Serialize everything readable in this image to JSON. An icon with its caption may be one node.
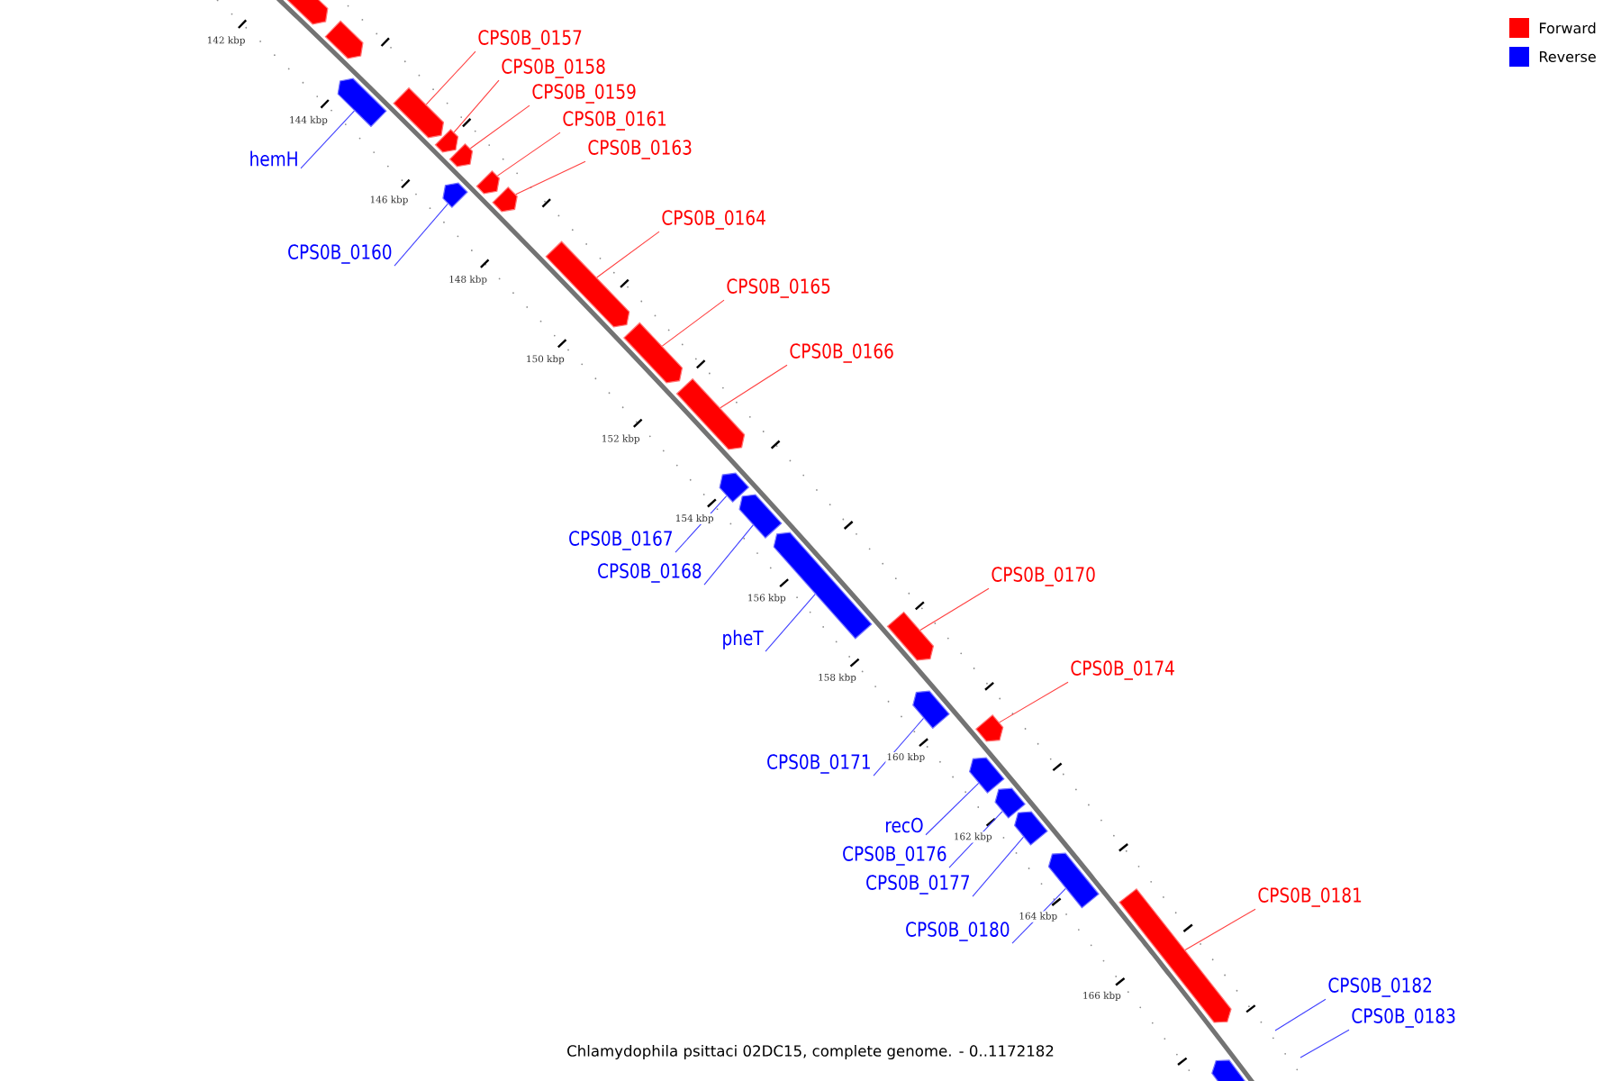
{
  "diagram": {
    "caption": "Chlamydophila psittaci 02DC15, complete genome. - 0..1172182",
    "nodes": [
      {
        "text": [],
        "shape": "arrow"
      },
      {
        "text": [],
        "shape": "arrow"
      },
      {
        "text": [],
        "shape": "arrow"
      },
      {
        "text": [],
        "shape": "arrow"
      },
      {
        "text": [],
        "shape": "arrow"
      },
      {
        "text": [],
        "shape": "arrow"
      },
      {
        "text": [],
        "shape": "arrow"
      },
      {
        "text": [],
        "shape": "arrow"
      },
      {
        "text": [],
        "shape": "arrow"
      },
      {
        "text": [],
        "shape": "arrow"
      },
      {
        "text": [],
        "shape": "arrow"
      },
      {
        "text": [],
        "shape": "arrow"
      },
      {
        "text": [],
        "shape": "arrow"
      },
      {
        "text": [],
        "shape": "arrow"
      },
      {
        "text": [],
        "shape": "arrow"
      },
      {
        "text": [],
        "shape": "arrow"
      },
      {
        "text": [],
        "shape": "arrow"
      },
      {
        "text": [],
        "shape": "arrow"
      },
      {
        "text": [],
        "shape": "arrow"
      },
      {
        "text": [],
        "shape": "arrow"
      },
      {
        "text": [],
        "shape": "arrow"
      },
      {
        "text": [],
        "shape": "arrow"
      },
      {
        "text": [],
        "shape": "arrow"
      },
      {
        "text": [],
        "shape": "arrow"
      },
      {
        "text": [
          "CPS0B_0157"
        ]
      },
      {
        "text": [
          "CPS0B_0158"
        ]
      },
      {
        "text": [
          "CPS0B_0159"
        ]
      },
      {
        "text": [
          "CPS0B_0161"
        ]
      },
      {
        "text": [
          "CPS0B_0163"
        ]
      },
      {
        "text": [
          "hemH"
        ]
      },
      {
        "text": [
          "CPS0B_0164"
        ]
      },
      {
        "text": [
          "CPS0B_0160"
        ]
      },
      {
        "text": [
          "CPS0B_0165"
        ]
      },
      {
        "text": [
          "CPS0B_0166"
        ]
      },
      {
        "text": [
          "CPS0B_0167"
        ]
      },
      {
        "text": [
          "CPS0B_0168"
        ]
      },
      {
        "text": [
          "CPS0B_0170"
        ]
      },
      {
        "text": [
          "pheT"
        ]
      },
      {
        "text": [
          "CPS0B_0174"
        ]
      },
      {
        "text": [
          "CPS0B_0171"
        ]
      },
      {
        "text": [
          "recO"
        ]
      },
      {
        "text": [
          "CPS0B_0176"
        ]
      },
      {
        "text": [
          "CPS0B_0177"
        ]
      },
      {
        "text": [
          "CPS0B_0181"
        ]
      },
      {
        "text": [
          "CPS0B_0180"
        ]
      },
      {
        "text": [
          "CPS0B_0182"
        ]
      },
      {
        "text": [
          "CPS0B_0183"
        ]
      }
    ],
    "edges": [
      {
        "from": 24,
        "to": 3,
        "arrow": "none",
        "color": "#ff4040"
      },
      {
        "from": 25,
        "to": 4,
        "arrow": "none",
        "color": "#ff4040"
      },
      {
        "from": 26,
        "to": 5,
        "arrow": "none",
        "color": "#ff4040"
      },
      {
        "from": 27,
        "to": 7,
        "arrow": "none",
        "color": "#ff4040"
      },
      {
        "from": 28,
        "to": 8,
        "arrow": "none",
        "color": "#ff4040"
      },
      {
        "from": 29,
        "to": 2,
        "arrow": "none",
        "color": "#4040ff"
      },
      {
        "from": 30,
        "to": 9,
        "arrow": "none",
        "color": "#ff4040"
      },
      {
        "from": 31,
        "to": 6,
        "arrow": "none",
        "color": "#4040ff"
      },
      {
        "from": 32,
        "to": 10,
        "arrow": "none",
        "color": "#ff4040"
      },
      {
        "from": 33,
        "to": 11,
        "arrow": "none",
        "color": "#ff4040"
      },
      {
        "from": 34,
        "to": 12,
        "arrow": "none",
        "color": "#4040ff"
      },
      {
        "from": 35,
        "to": 13,
        "arrow": "none",
        "color": "#4040ff"
      },
      {
        "from": 36,
        "to": 15,
        "arrow": "none",
        "color": "#ff4040"
      },
      {
        "from": 37,
        "to": 14,
        "arrow": "none",
        "color": "#4040ff"
      },
      {
        "from": 38,
        "to": 17,
        "arrow": "none",
        "color": "#ff4040"
      },
      {
        "from": 39,
        "to": 16,
        "arrow": "none",
        "color": "#4040ff"
      },
      {
        "from": 40,
        "to": 18,
        "arrow": "none",
        "color": "#4040ff"
      },
      {
        "from": 41,
        "to": 19,
        "arrow": "none",
        "color": "#4040ff"
      },
      {
        "from": 42,
        "to": 20,
        "arrow": "none",
        "color": "#4040ff"
      },
      {
        "from": 43,
        "to": 22,
        "arrow": "none",
        "color": "#ff4040"
      },
      {
        "from": 44,
        "to": 21,
        "arrow": "none",
        "color": "#4040ff"
      },
      {
        "from": 45,
        "to": null,
        "arrow": "none",
        "color": "#4040ff"
      },
      {
        "from": 46,
        "to": null,
        "arrow": "none",
        "color": "#4040ff"
      }
    ],
    "labels": [
      "142 kbp",
      "144 kbp",
      "146 kbp",
      "148 kbp",
      "150 kbp",
      "152 kbp",
      "154 kbp",
      "156 kbp",
      "158 kbp",
      "160 kbp",
      "162 kbp",
      "164 kbp",
      "166 kbp"
    ],
    "legend": [
      {
        "text": "Forward",
        "color": "#ff0000"
      },
      {
        "text": "Reverse",
        "color": "#0000ff"
      }
    ]
  }
}
